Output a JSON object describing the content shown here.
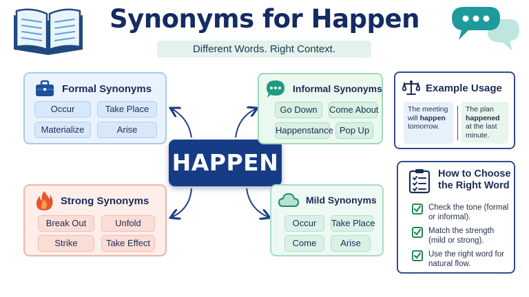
{
  "header": {
    "title": "Synonyms for Happen",
    "subtitle": "Different Words. Right Context."
  },
  "center_word": "HAPPEN",
  "groups": {
    "formal": {
      "title": "Formal Synonyms",
      "icon": "briefcase-icon",
      "words": [
        "Occur",
        "Take Place",
        "Materialize",
        "Arise"
      ]
    },
    "informal": {
      "title": "Informal Synonyms",
      "icon": "chat-bubble-icon",
      "words": [
        "Go Down",
        "Come About",
        "Happenstance",
        "Pop Up"
      ]
    },
    "strong": {
      "title": "Strong Synonyms",
      "icon": "flame-icon",
      "words": [
        "Break Out",
        "Unfold",
        "Strike",
        "Take Effect"
      ]
    },
    "mild": {
      "title": "Mild Synonyms",
      "icon": "cloud-icon",
      "words": [
        "Occur",
        "Take Place",
        "Come",
        "Arise"
      ]
    }
  },
  "usage": {
    "title": "Example Usage",
    "icon": "scales-icon",
    "example1": {
      "before": "The meeting will",
      "bold": "happen",
      "after": "tomorrow."
    },
    "example2": {
      "before": "The plan",
      "bold": "happened",
      "after": "at the last minute."
    }
  },
  "choose": {
    "title": "How to Choose the Right Word",
    "icon": "checklist-icon",
    "tips": [
      "Check the tone (formal or informal).",
      "Match the strength (mild or strong).",
      "Use the right word for natural flow."
    ]
  },
  "colors": {
    "navy": "#163c86",
    "formal_bg": "#eaf3fd",
    "informal_bg": "#ebf8f0",
    "strong_bg": "#fdeeea",
    "mild_bg": "#eef9f4"
  }
}
